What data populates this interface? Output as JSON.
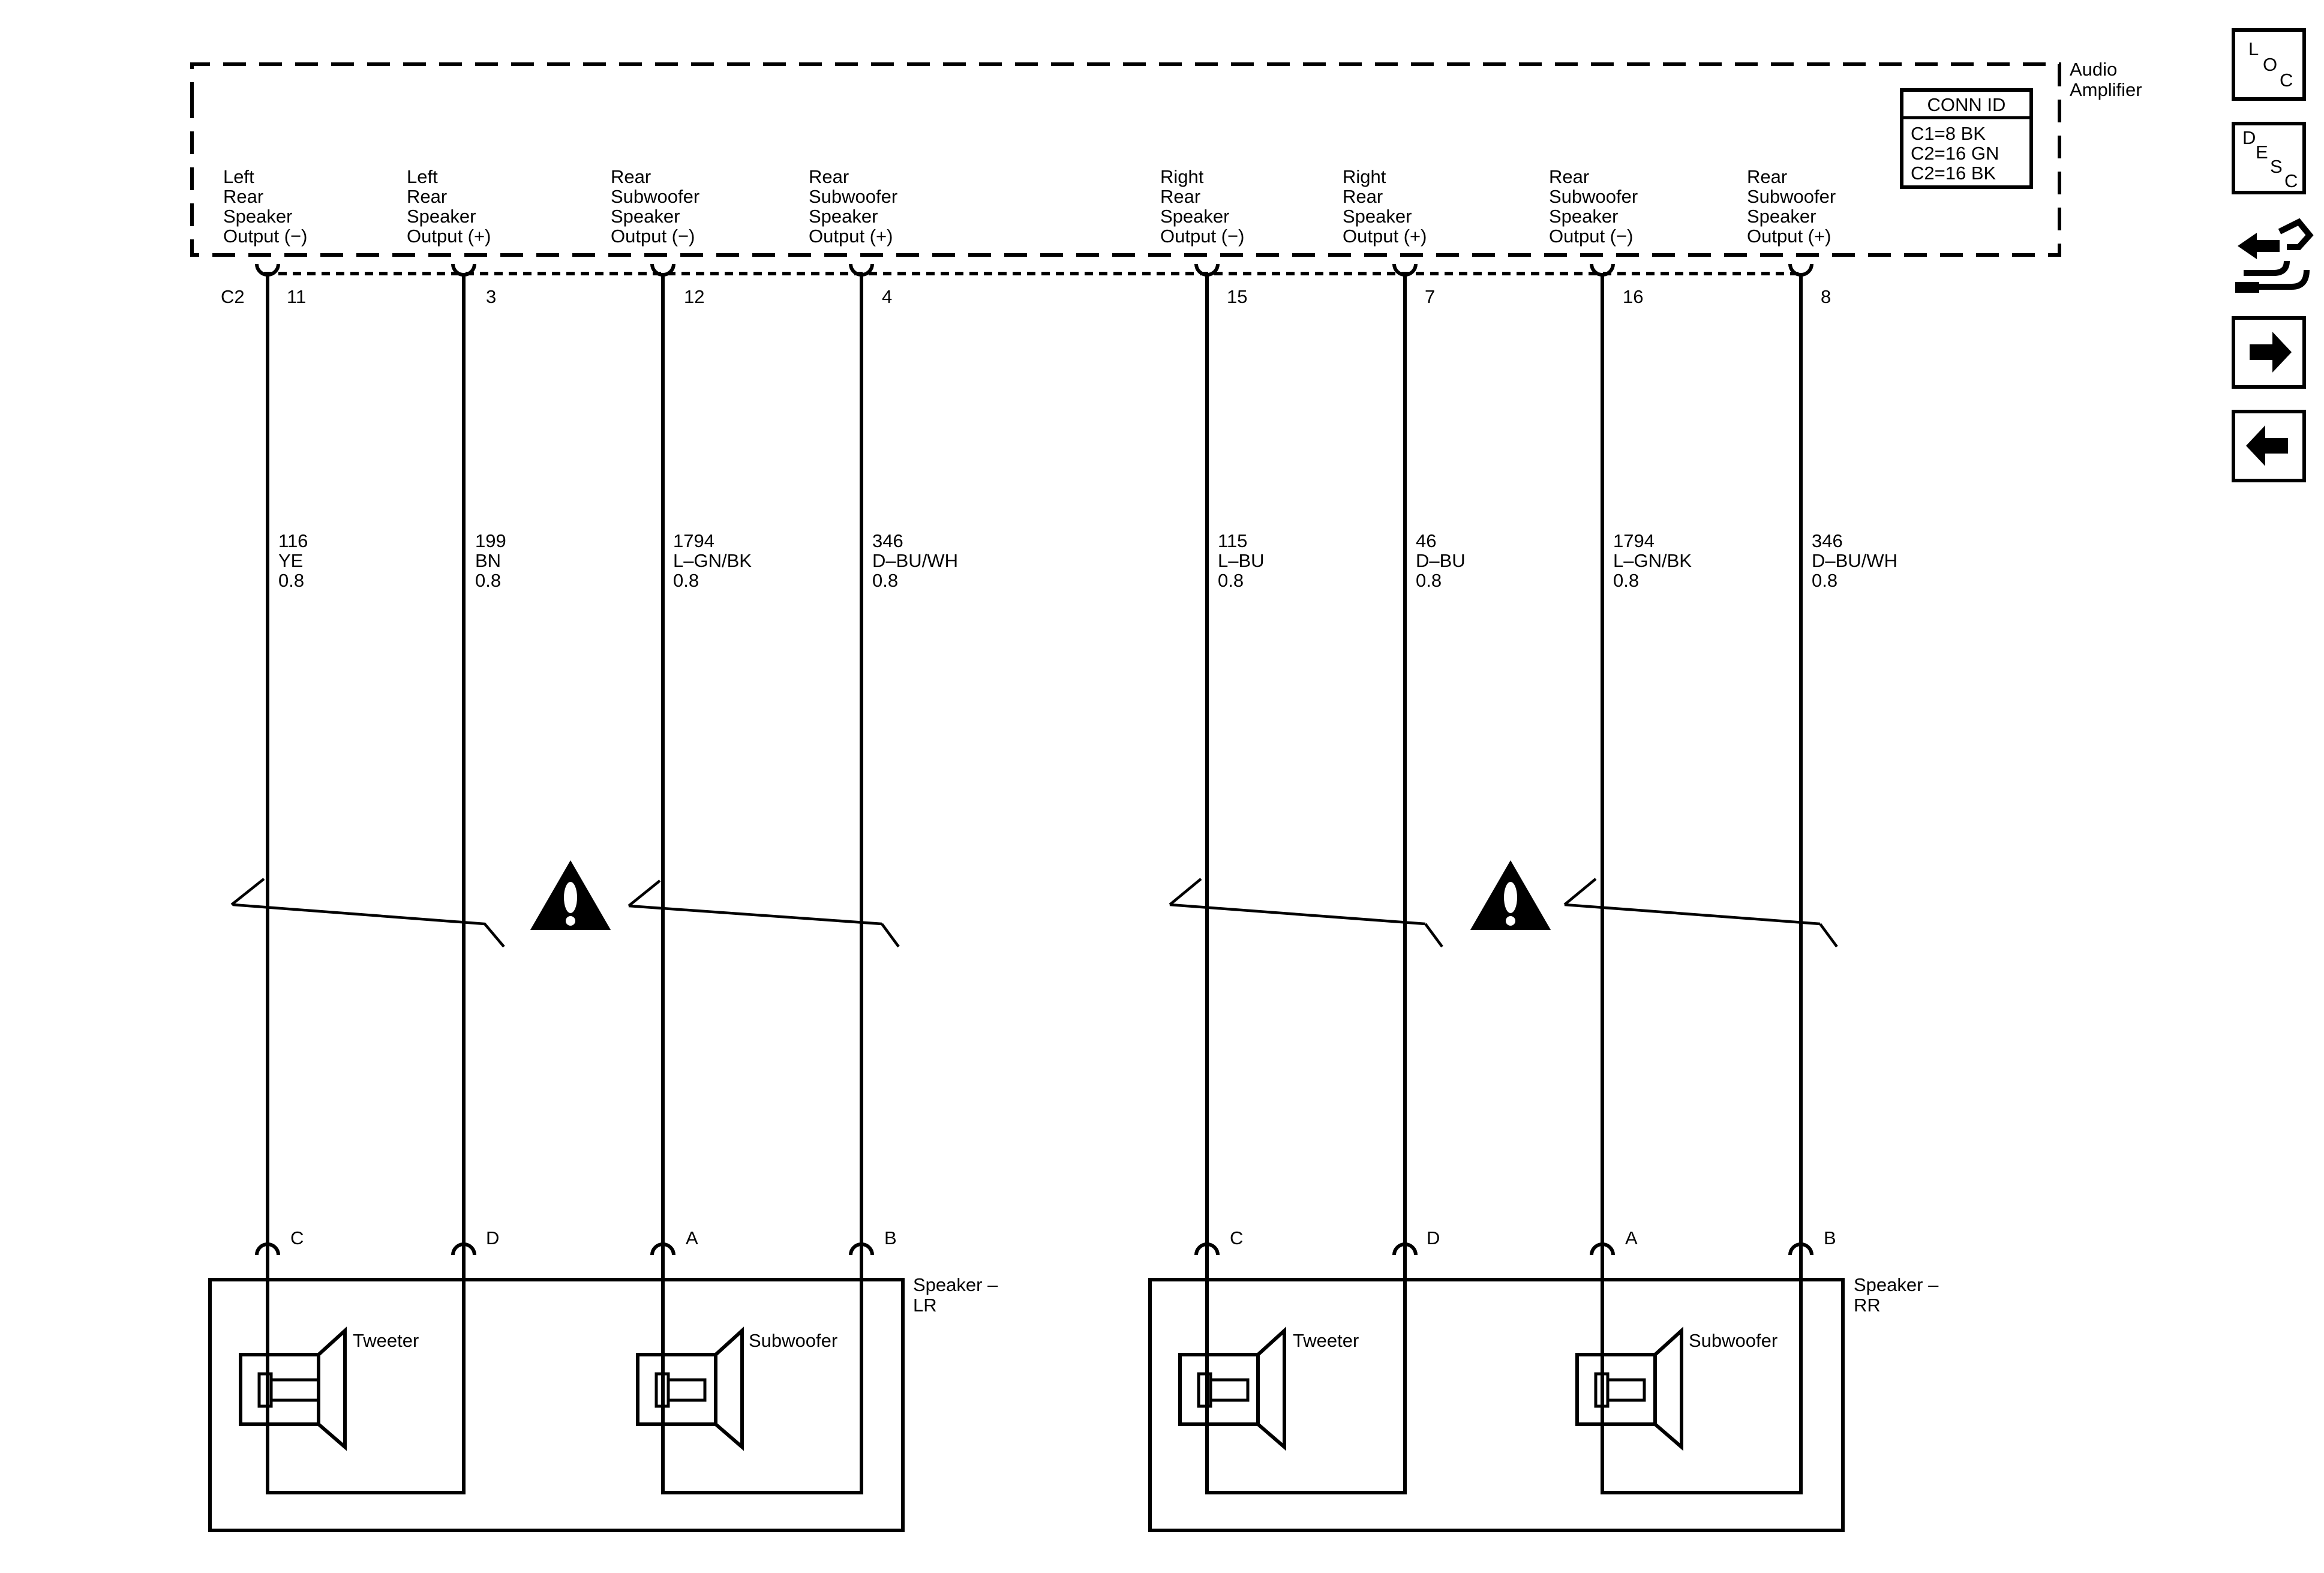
{
  "amplifier": {
    "name_lines": [
      "Audio",
      "Amplifier"
    ],
    "conn_id_title": "CONN ID",
    "conn_id_rows": [
      "C1=8 BK",
      "C2=16 GN",
      "C2=16 BK"
    ],
    "connector_label": "C2"
  },
  "circuits": [
    {
      "label_lines": [
        "Left",
        "Rear",
        "Speaker",
        "Output (−)"
      ],
      "pin": "11",
      "circuit": "116",
      "color": "YE",
      "gauge": "0.8",
      "speaker_pin": "C"
    },
    {
      "label_lines": [
        "Left",
        "Rear",
        "Speaker",
        "Output (+)"
      ],
      "pin": "3",
      "circuit": "199",
      "color": "BN",
      "gauge": "0.8",
      "speaker_pin": "D"
    },
    {
      "label_lines": [
        "Rear",
        "Subwoofer",
        "Speaker",
        "Output (−)"
      ],
      "pin": "12",
      "circuit": "1794",
      "color": "L–GN/BK",
      "gauge": "0.8",
      "speaker_pin": "A"
    },
    {
      "label_lines": [
        "Rear",
        "Subwoofer",
        "Speaker",
        "Output (+)"
      ],
      "pin": "4",
      "circuit": "346",
      "color": "D–BU/WH",
      "gauge": "0.8",
      "speaker_pin": "B"
    },
    {
      "label_lines": [
        "Right",
        "Rear",
        "Speaker",
        "Output (−)"
      ],
      "pin": "15",
      "circuit": "115",
      "color": "L–BU",
      "gauge": "0.8",
      "speaker_pin": "C"
    },
    {
      "label_lines": [
        "Right",
        "Rear",
        "Speaker",
        "Output (+)"
      ],
      "pin": "7",
      "circuit": "46",
      "color": "D–BU",
      "gauge": "0.8",
      "speaker_pin": "D"
    },
    {
      "label_lines": [
        "Rear",
        "Subwoofer",
        "Speaker",
        "Output (−)"
      ],
      "pin": "16",
      "circuit": "1794",
      "color": "L–GN/BK",
      "gauge": "0.8",
      "speaker_pin": "A"
    },
    {
      "label_lines": [
        "Rear",
        "Subwoofer",
        "Speaker",
        "Output (+)"
      ],
      "pin": "8",
      "circuit": "346",
      "color": "D–BU/WH",
      "gauge": "0.8",
      "speaker_pin": "B"
    }
  ],
  "speakers": [
    {
      "name_lines": [
        "Speaker –",
        "LR"
      ],
      "tweeter_label": "Tweeter",
      "subwoofer_label": "Subwoofer"
    },
    {
      "name_lines": [
        "Speaker –",
        "RR"
      ],
      "tweeter_label": "Tweeter",
      "subwoofer_label": "Subwoofer"
    }
  ],
  "nav_buttons": [
    {
      "icon": "loc-icon",
      "chars": [
        "L",
        "O",
        "C"
      ]
    },
    {
      "icon": "desc-icon",
      "chars": [
        "D",
        "E",
        "S",
        "C"
      ]
    },
    {
      "icon": "wire-harness-icon"
    },
    {
      "icon": "arrow-right-icon"
    },
    {
      "icon": "arrow-left-icon"
    }
  ]
}
